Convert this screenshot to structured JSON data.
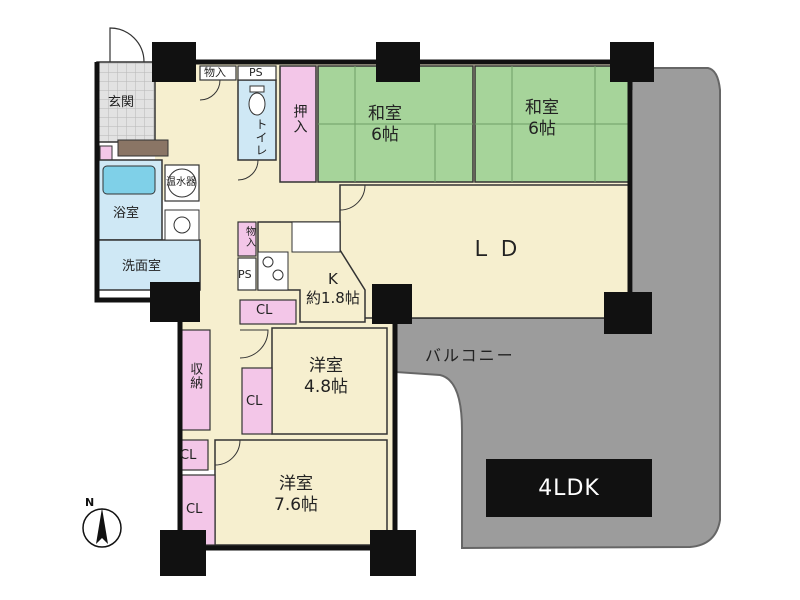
{
  "rooms": {
    "washitsu1": {
      "name": "和室",
      "size": "6帖"
    },
    "washitsu2": {
      "name": "和室",
      "size": "6帖"
    },
    "ld": {
      "name": "ＬＤ"
    },
    "kitchen": {
      "name": "K",
      "size": "約1.8帖"
    },
    "youshitsu1": {
      "name": "洋室",
      "size": "4.8帖"
    },
    "youshitsu2": {
      "name": "洋室",
      "size": "7.6帖"
    },
    "genkan": "玄関",
    "yokushitsu": "浴室",
    "senmenshitsu": "洗面室",
    "toilet": "トイレ",
    "oshiire": "押入",
    "shuno": "収納",
    "balcony": "バルコニー"
  },
  "small_labels": {
    "monoire_top": "物入",
    "ps_top": "PS",
    "monoire_mid": "物入",
    "ps_mid": "PS",
    "onsuiki": "温水器",
    "cl_kitchen": "CL",
    "cl_youshitsu1": "CL",
    "cl_hall": "CL",
    "cl_youshitsu2": "CL"
  },
  "layout_type": "4LDK",
  "north_label": "N",
  "colors": {
    "wall": "#111111",
    "tatami": "#a6d49a",
    "floor": "#f6efcf",
    "storage": "#f3c6e8",
    "water": "#cfe8f5",
    "tile": "#dddddd",
    "balcony": "#9b9b9b"
  }
}
